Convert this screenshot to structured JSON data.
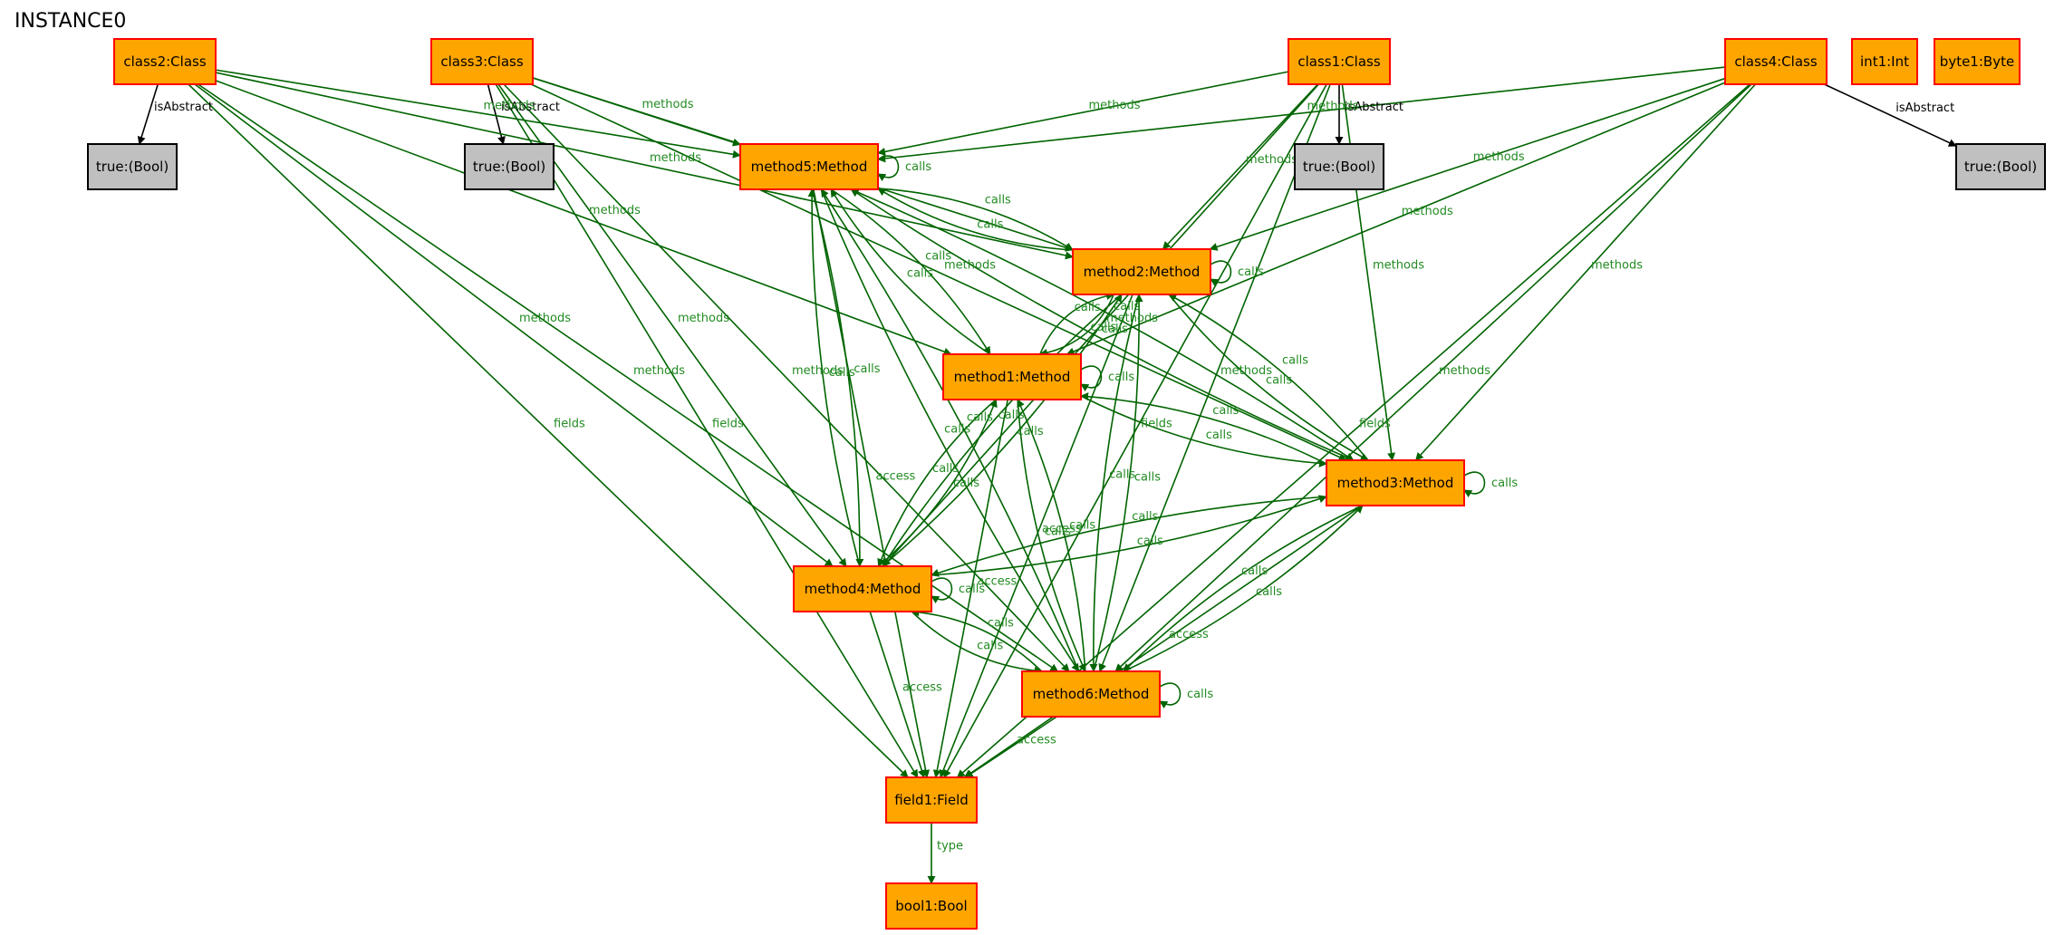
{
  "title": "INSTANCE0",
  "colors": {
    "node_fill": "#ffa500",
    "node_stroke": "#ff0000",
    "value_fill": "#c0c0c0",
    "value_stroke": "#000000",
    "edge_green": "#006400",
    "label_green": "#228b22",
    "edge_black": "#000000"
  },
  "nodes": [
    {
      "id": "class2",
      "label": "class2:Class",
      "kind": "instance"
    },
    {
      "id": "class3",
      "label": "class3:Class",
      "kind": "instance"
    },
    {
      "id": "class1",
      "label": "class1:Class",
      "kind": "instance"
    },
    {
      "id": "class4",
      "label": "class4:Class",
      "kind": "instance"
    },
    {
      "id": "int1",
      "label": "int1:Int",
      "kind": "instance"
    },
    {
      "id": "byte1",
      "label": "byte1:Byte",
      "kind": "instance"
    },
    {
      "id": "true_a",
      "label": "true:(Bool)",
      "kind": "value"
    },
    {
      "id": "true_b",
      "label": "true:(Bool)",
      "kind": "value"
    },
    {
      "id": "true_c",
      "label": "true:(Bool)",
      "kind": "value"
    },
    {
      "id": "true_d",
      "label": "true:(Bool)",
      "kind": "value"
    },
    {
      "id": "method5",
      "label": "method5:Method",
      "kind": "instance"
    },
    {
      "id": "method2",
      "label": "method2:Method",
      "kind": "instance"
    },
    {
      "id": "method1",
      "label": "method1:Method",
      "kind": "instance"
    },
    {
      "id": "method3",
      "label": "method3:Method",
      "kind": "instance"
    },
    {
      "id": "method4",
      "label": "method4:Method",
      "kind": "instance"
    },
    {
      "id": "method6",
      "label": "method6:Method",
      "kind": "instance"
    },
    {
      "id": "field1",
      "label": "field1:Field",
      "kind": "instance"
    },
    {
      "id": "bool1",
      "label": "bool1:Bool",
      "kind": "instance"
    }
  ],
  "edges": [
    {
      "from": "class2",
      "to": "true_a",
      "label": "isAbstract",
      "style": "black"
    },
    {
      "from": "class3",
      "to": "true_b",
      "label": "isAbstract",
      "style": "black"
    },
    {
      "from": "class1",
      "to": "true_c",
      "label": "isAbstract",
      "style": "black"
    },
    {
      "from": "class4",
      "to": "true_d",
      "label": "isAbstract",
      "style": "black"
    },
    {
      "from": "class2",
      "to": "method5",
      "label": "methods"
    },
    {
      "from": "class2",
      "to": "method2",
      "label": "methods"
    },
    {
      "from": "class2",
      "to": "method1",
      "label": "methods"
    },
    {
      "from": "class2",
      "to": "method4",
      "label": "methods"
    },
    {
      "from": "class2",
      "to": "method6",
      "label": "methods"
    },
    {
      "from": "class2",
      "to": "field1",
      "label": "fields"
    },
    {
      "from": "class3",
      "to": "method5",
      "label": "methods"
    },
    {
      "from": "class3",
      "to": "method2",
      "label": "methods"
    },
    {
      "from": "class3",
      "to": "method3",
      "label": "methods"
    },
    {
      "from": "class3",
      "to": "method4",
      "label": "methods"
    },
    {
      "from": "class3",
      "to": "method6",
      "label": "methods"
    },
    {
      "from": "class3",
      "to": "field1",
      "label": "fields"
    },
    {
      "from": "class1",
      "to": "method5",
      "label": "methods"
    },
    {
      "from": "class1",
      "to": "method2",
      "label": "methods"
    },
    {
      "from": "class1",
      "to": "method3",
      "label": "methods"
    },
    {
      "from": "class1",
      "to": "method4",
      "label": "methods"
    },
    {
      "from": "class1",
      "to": "method6",
      "label": "methods"
    },
    {
      "from": "class1",
      "to": "field1",
      "label": "fields"
    },
    {
      "from": "class4",
      "to": "method5",
      "label": "methods"
    },
    {
      "from": "class4",
      "to": "method2",
      "label": "methods"
    },
    {
      "from": "class4",
      "to": "method1",
      "label": "methods"
    },
    {
      "from": "class4",
      "to": "method3",
      "label": "methods"
    },
    {
      "from": "class4",
      "to": "method6",
      "label": "methods"
    },
    {
      "from": "class4",
      "to": "field1",
      "label": "fields"
    },
    {
      "from": "method5",
      "to": "method5",
      "label": "calls",
      "self": true
    },
    {
      "from": "method5",
      "to": "method2",
      "label": "calls"
    },
    {
      "from": "method2",
      "to": "method5",
      "label": "calls"
    },
    {
      "from": "method5",
      "to": "method1",
      "label": "calls"
    },
    {
      "from": "method1",
      "to": "method5",
      "label": "calls"
    },
    {
      "from": "method5",
      "to": "method3",
      "label": "calls"
    },
    {
      "from": "method3",
      "to": "method5",
      "label": "calls"
    },
    {
      "from": "method5",
      "to": "method4",
      "label": "calls"
    },
    {
      "from": "method4",
      "to": "method5",
      "label": "calls"
    },
    {
      "from": "method5",
      "to": "method6",
      "label": "calls"
    },
    {
      "from": "method6",
      "to": "method5",
      "label": "calls"
    },
    {
      "from": "method5",
      "to": "field1",
      "label": "access"
    },
    {
      "from": "method2",
      "to": "method2",
      "label": "calls",
      "self": true
    },
    {
      "from": "method2",
      "to": "method1",
      "label": "calls"
    },
    {
      "from": "method1",
      "to": "method2",
      "label": "calls"
    },
    {
      "from": "method2",
      "to": "method3",
      "label": "calls"
    },
    {
      "from": "method3",
      "to": "method2",
      "label": "calls"
    },
    {
      "from": "method2",
      "to": "method4",
      "label": "calls"
    },
    {
      "from": "method4",
      "to": "method2",
      "label": "calls"
    },
    {
      "from": "method2",
      "to": "method6",
      "label": "calls"
    },
    {
      "from": "method6",
      "to": "method2",
      "label": "calls"
    },
    {
      "from": "method2",
      "to": "field1",
      "label": "access"
    },
    {
      "from": "method1",
      "to": "method1",
      "label": "calls",
      "self": true
    },
    {
      "from": "method1",
      "to": "method3",
      "label": "calls"
    },
    {
      "from": "method3",
      "to": "method1",
      "label": "calls"
    },
    {
      "from": "method1",
      "to": "method4",
      "label": "calls"
    },
    {
      "from": "method4",
      "to": "method1",
      "label": "calls"
    },
    {
      "from": "method1",
      "to": "method6",
      "label": "calls"
    },
    {
      "from": "method6",
      "to": "method1",
      "label": "calls"
    },
    {
      "from": "method1",
      "to": "field1",
      "label": "access"
    },
    {
      "from": "method3",
      "to": "method3",
      "label": "calls",
      "self": true
    },
    {
      "from": "method3",
      "to": "method4",
      "label": "calls"
    },
    {
      "from": "method4",
      "to": "method3",
      "label": "calls"
    },
    {
      "from": "method3",
      "to": "method6",
      "label": "calls"
    },
    {
      "from": "method6",
      "to": "method3",
      "label": "calls"
    },
    {
      "from": "method3",
      "to": "field1",
      "label": "access"
    },
    {
      "from": "method4",
      "to": "method4",
      "label": "calls",
      "self": true
    },
    {
      "from": "method4",
      "to": "method6",
      "label": "calls"
    },
    {
      "from": "method6",
      "to": "method4",
      "label": "calls"
    },
    {
      "from": "method4",
      "to": "field1",
      "label": "access"
    },
    {
      "from": "method6",
      "to": "method6",
      "label": "calls",
      "self": true
    },
    {
      "from": "method6",
      "to": "field1",
      "label": "access"
    },
    {
      "from": "field1",
      "to": "bool1",
      "label": "type"
    }
  ]
}
